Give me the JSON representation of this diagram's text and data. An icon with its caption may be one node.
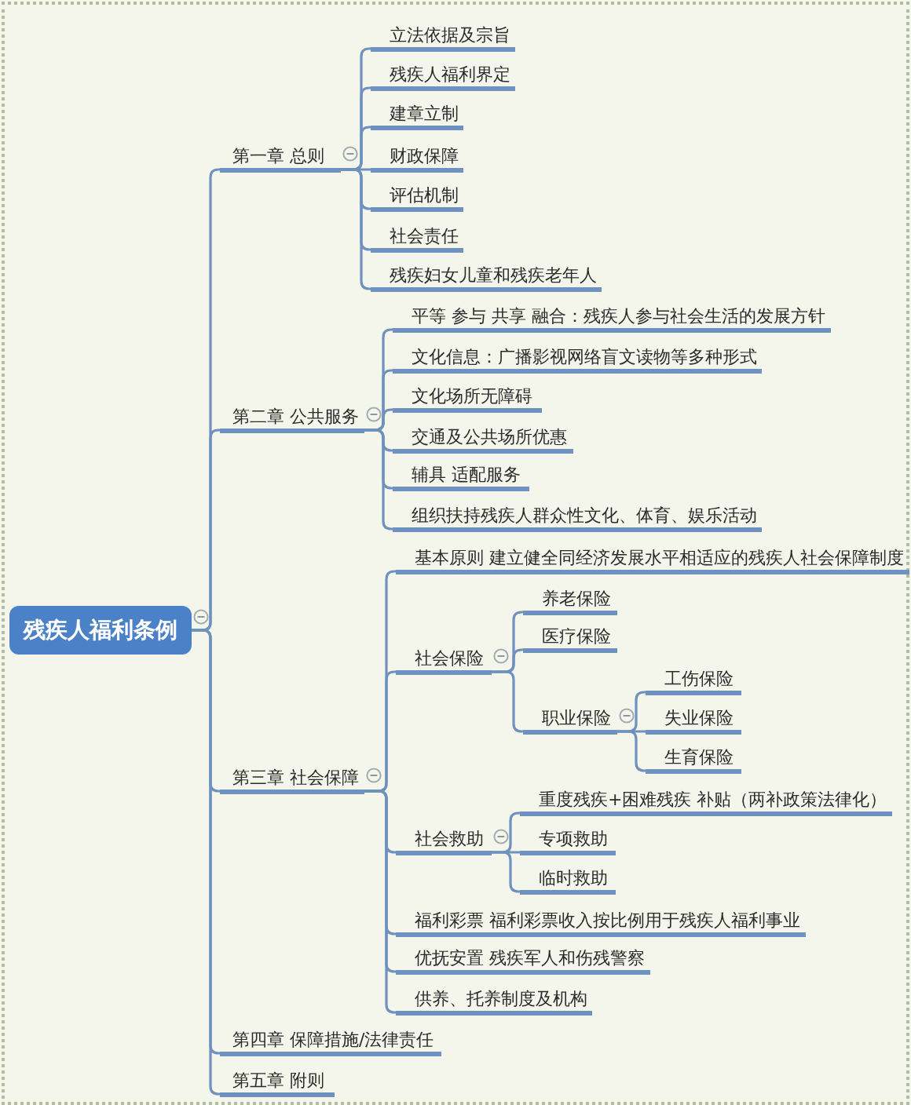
{
  "diagram": {
    "nodes": [
      {
        "text": [
          "残疾人福利条例"
        ]
      },
      {
        "text": [
          "第一章 总则"
        ]
      },
      {
        "text": [
          "立法依据及宗旨"
        ]
      },
      {
        "text": [
          "残疾人福利界定"
        ]
      },
      {
        "text": [
          "建章立制"
        ]
      },
      {
        "text": [
          "财政保障"
        ]
      },
      {
        "text": [
          "评估机制"
        ]
      },
      {
        "text": [
          "社会责任"
        ]
      },
      {
        "text": [
          "残疾妇女儿童和残疾老年人"
        ]
      },
      {
        "text": [
          "第二章 公共服务"
        ]
      },
      {
        "text": [
          "平等 参与 共享 融合：残疾人参与社会生活的发展方针"
        ]
      },
      {
        "text": [
          "文化信息：广播影视网络盲文读物等多种形式"
        ]
      },
      {
        "text": [
          "文化场所无障碍"
        ]
      },
      {
        "text": [
          "交通及公共场所优惠"
        ]
      },
      {
        "text": [
          "辅具 适配服务"
        ]
      },
      {
        "text": [
          "组织扶持残疾人群众性文化、体育、娱乐活动"
        ]
      },
      {
        "text": [
          "第三章 社会保障"
        ]
      },
      {
        "text": [
          "基本原则 建立健全同经济发展水平相适应的残疾人社会保障制度"
        ]
      },
      {
        "text": [
          "社会保险"
        ]
      },
      {
        "text": [
          "养老保险"
        ]
      },
      {
        "text": [
          "医疗保险"
        ]
      },
      {
        "text": [
          "职业保险"
        ]
      },
      {
        "text": [
          "工伤保险"
        ]
      },
      {
        "text": [
          "失业保险"
        ]
      },
      {
        "text": [
          "生育保险"
        ]
      },
      {
        "text": [
          "社会救助"
        ]
      },
      {
        "text": [
          "重度残疾+困难残疾 补贴（两补政策法律化）"
        ]
      },
      {
        "text": [
          "专项救助"
        ]
      },
      {
        "text": [
          "临时救助"
        ]
      },
      {
        "text": [
          "福利彩票 福利彩票收入按比例用于残疾人福利事业"
        ]
      },
      {
        "text": [
          "优抚安置 残疾军人和伤残警察"
        ]
      },
      {
        "text": [
          "供养、托养制度及机构"
        ]
      },
      {
        "text": [
          "第四章 保障措施/法律责任"
        ]
      },
      {
        "text": [
          "第五章 附则"
        ]
      }
    ],
    "edges": [
      {
        "from": 0,
        "to": 1,
        "arrow": "none"
      },
      {
        "from": 1,
        "to": 2,
        "arrow": "none"
      },
      {
        "from": 1,
        "to": 3,
        "arrow": "none"
      },
      {
        "from": 1,
        "to": 4,
        "arrow": "none"
      },
      {
        "from": 1,
        "to": 5,
        "arrow": "none"
      },
      {
        "from": 1,
        "to": 6,
        "arrow": "none"
      },
      {
        "from": 1,
        "to": 7,
        "arrow": "none"
      },
      {
        "from": 1,
        "to": 8,
        "arrow": "none"
      },
      {
        "from": 0,
        "to": 9,
        "arrow": "none"
      },
      {
        "from": 9,
        "to": 10,
        "arrow": "none"
      },
      {
        "from": 9,
        "to": 11,
        "arrow": "none"
      },
      {
        "from": 9,
        "to": 12,
        "arrow": "none"
      },
      {
        "from": 9,
        "to": 13,
        "arrow": "none"
      },
      {
        "from": 9,
        "to": 14,
        "arrow": "none"
      },
      {
        "from": 9,
        "to": 15,
        "arrow": "none"
      },
      {
        "from": 0,
        "to": 16,
        "arrow": "none"
      },
      {
        "from": 16,
        "to": 17,
        "arrow": "none"
      },
      {
        "from": 16,
        "to": 18,
        "arrow": "none"
      },
      {
        "from": 18,
        "to": 19,
        "arrow": "none"
      },
      {
        "from": 18,
        "to": 20,
        "arrow": "none"
      },
      {
        "from": 18,
        "to": 21,
        "arrow": "none"
      },
      {
        "from": 21,
        "to": 22,
        "arrow": "none"
      },
      {
        "from": 21,
        "to": 23,
        "arrow": "none"
      },
      {
        "from": 21,
        "to": 24,
        "arrow": "none"
      },
      {
        "from": 16,
        "to": 25,
        "arrow": "none"
      },
      {
        "from": 25,
        "to": 26,
        "arrow": "none"
      },
      {
        "from": 25,
        "to": 27,
        "arrow": "none"
      },
      {
        "from": 25,
        "to": 28,
        "arrow": "none"
      },
      {
        "from": 16,
        "to": 29,
        "arrow": "none"
      },
      {
        "from": 16,
        "to": 30,
        "arrow": "none"
      },
      {
        "from": 16,
        "to": 31,
        "arrow": "none"
      },
      {
        "from": 0,
        "to": 32,
        "arrow": "none"
      },
      {
        "from": 0,
        "to": 33,
        "arrow": "none"
      }
    ]
  }
}
